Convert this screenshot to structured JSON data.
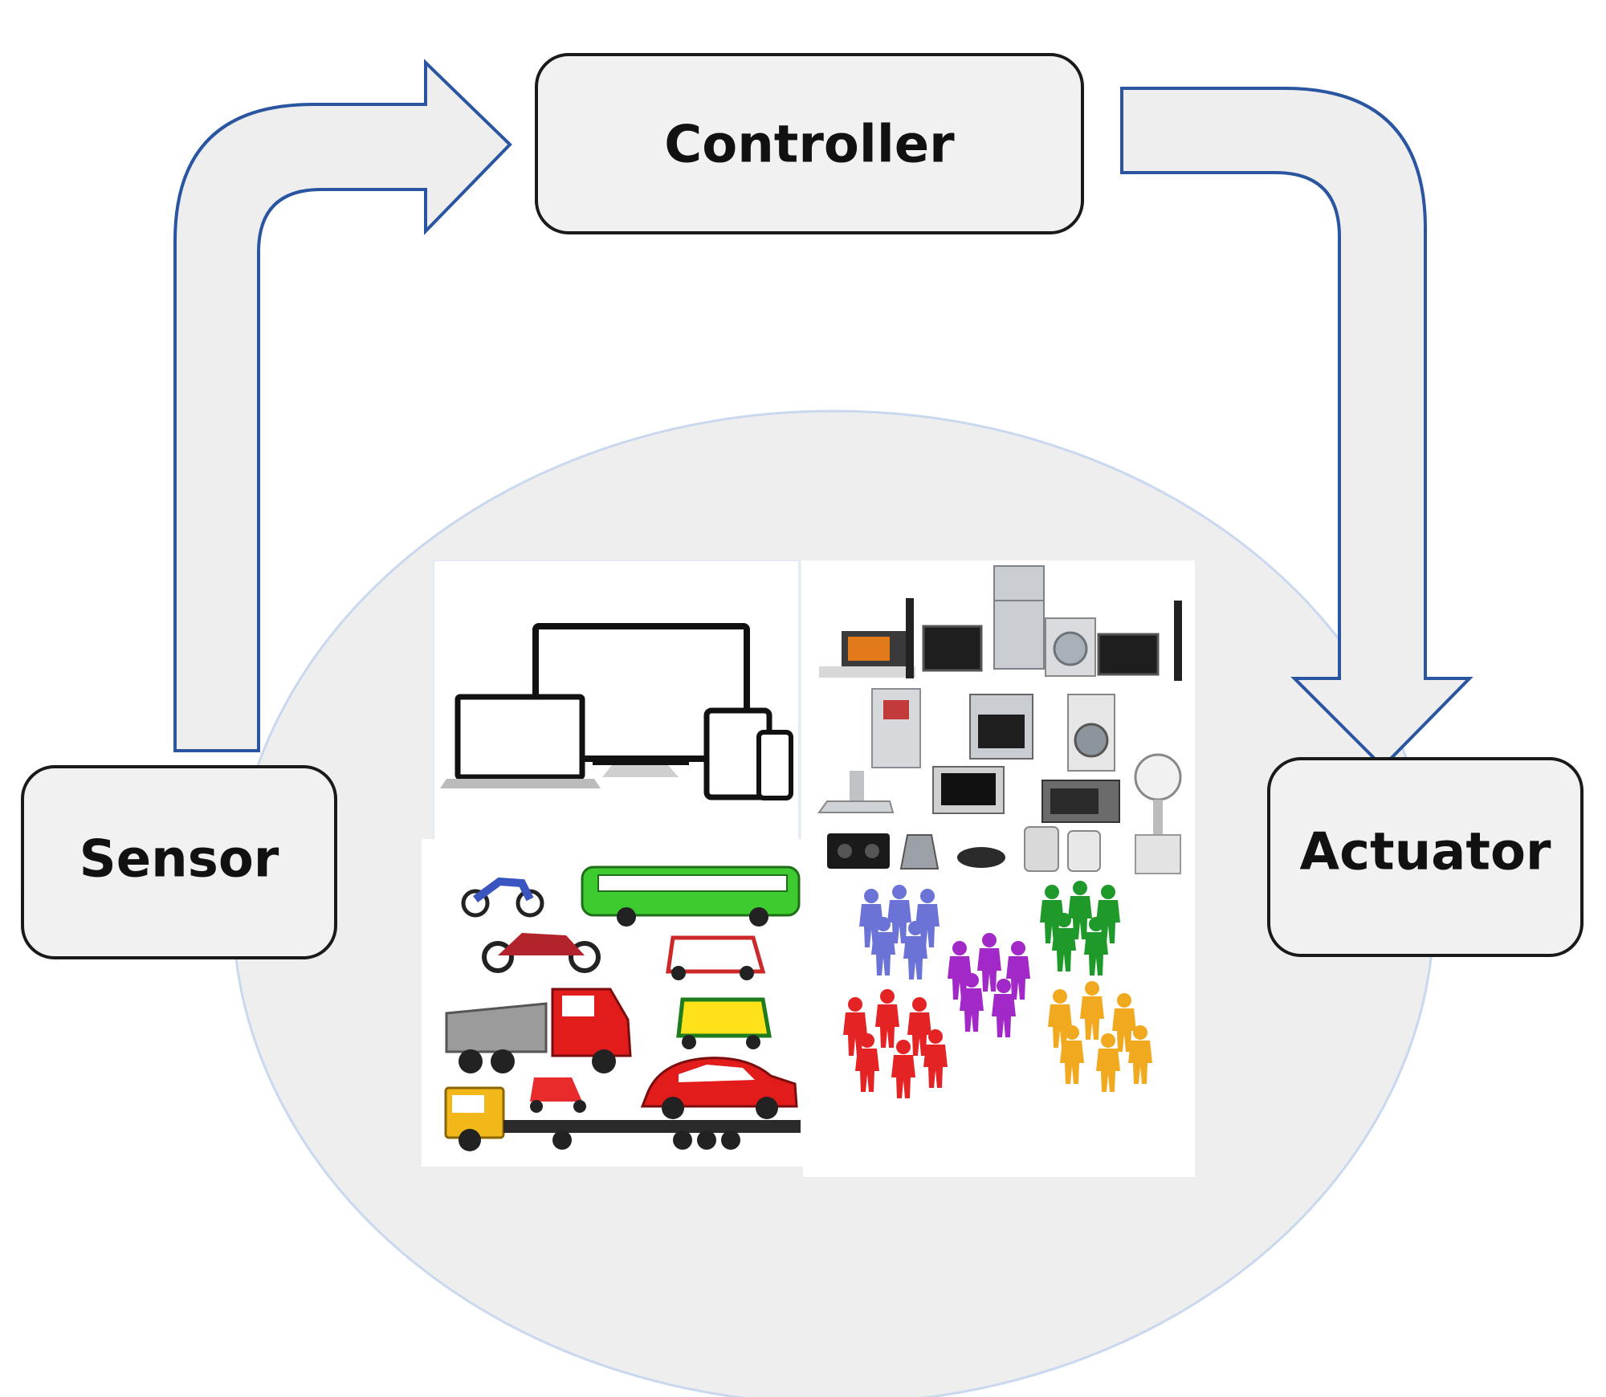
{
  "nodes": {
    "controller": {
      "label": "Controller"
    },
    "sensor": {
      "label": "Sensor"
    },
    "actuator": {
      "label": "Actuator"
    }
  },
  "colors": {
    "box_fill": "#f1f1f1",
    "box_stroke": "#1a1a1a",
    "arrow_fill": "#eeeeee",
    "arrow_stroke": "#2a55a0",
    "environment_fill": "#eeeeee",
    "environment_stroke": "#c9d8ee"
  },
  "environment": {
    "quadrants": [
      "computing-devices",
      "home-appliances",
      "vehicles",
      "people-groups"
    ]
  },
  "icons": {
    "computing": [
      "monitor-icon",
      "laptop-icon",
      "tablet-icon",
      "phone-icon"
    ],
    "appliances": [
      "microwave-icon",
      "tv-icon",
      "refrigerator-icon",
      "washing-machine-icon",
      "oven-icon",
      "range-hood-icon",
      "fan-icon",
      "toaster-oven-icon",
      "kettle-icon",
      "cooktop-icon"
    ],
    "vehicles": [
      "motorbike-icon",
      "bus-icon",
      "auto-rickshaw-icon",
      "dump-truck-icon",
      "car-icon",
      "scooter-icon",
      "flatbed-truck-icon"
    ],
    "people": [
      "people-group-blue-icon",
      "people-group-purple-icon",
      "people-group-green-icon",
      "people-group-red-icon",
      "people-group-yellow-icon"
    ]
  }
}
